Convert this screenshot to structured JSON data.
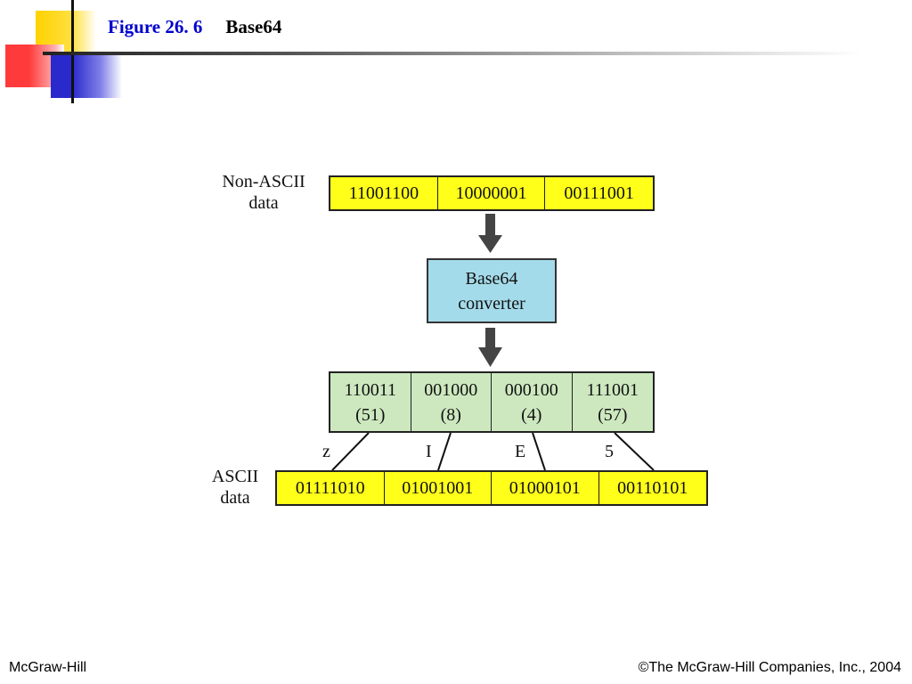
{
  "header": {
    "figure": "Figure 26. 6",
    "title": "Base64"
  },
  "diagram": {
    "input_label": [
      "Non-ASCII",
      "data"
    ],
    "input_bytes": [
      "11001100",
      "10000001",
      "00111001"
    ],
    "converter_label": [
      "Base64",
      "converter"
    ],
    "groups": [
      {
        "bits": "110011",
        "value": "(51)"
      },
      {
        "bits": "001000",
        "value": "(8)"
      },
      {
        "bits": "000100",
        "value": "(4)"
      },
      {
        "bits": "111001",
        "value": "(57)"
      }
    ],
    "chars": [
      "z",
      "I",
      "E",
      "5"
    ],
    "output_label": [
      "ASCII",
      "data"
    ],
    "output_bytes": [
      "01111010",
      "01001001",
      "01000101",
      "00110101"
    ],
    "colors": {
      "byte_fill": "#ffff1a",
      "group_fill": "#cde8bf",
      "converter_fill": "#a4dbea",
      "title": "#0000cc"
    }
  },
  "footer": {
    "left": "McGraw-Hill",
    "right": "©The McGraw-Hill Companies, Inc., 2004"
  }
}
